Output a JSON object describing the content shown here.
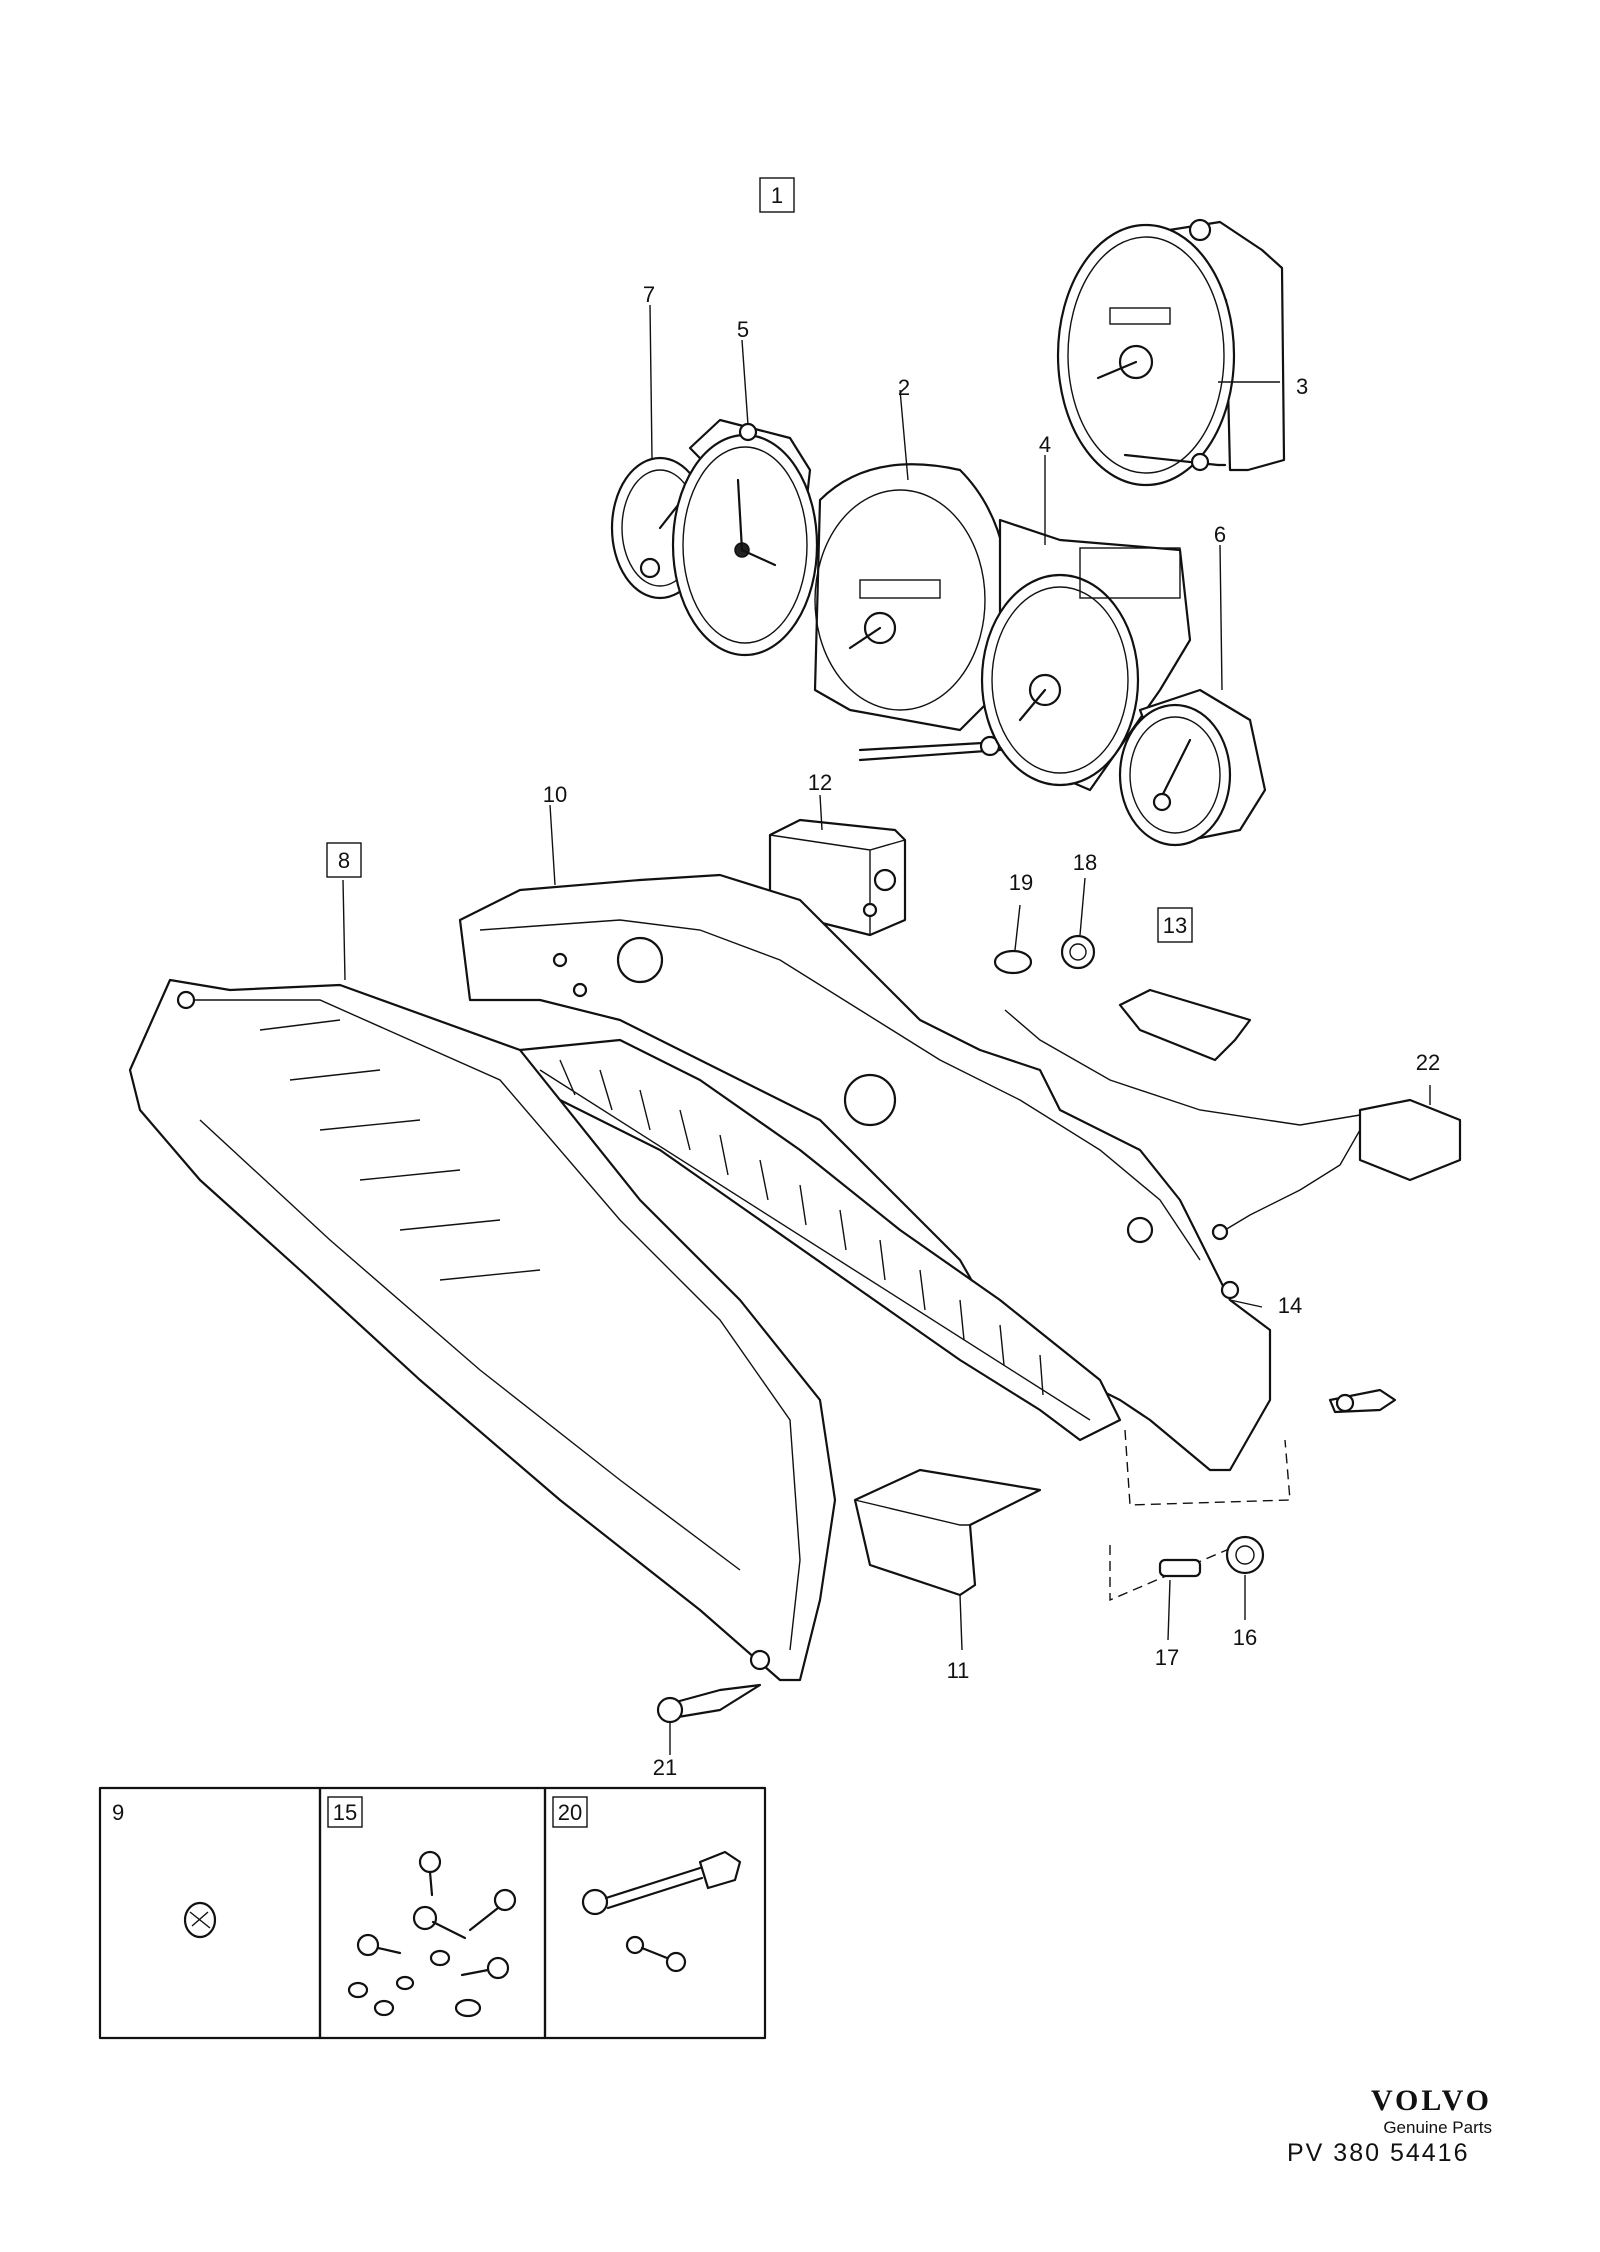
{
  "callouts": {
    "n1": "1",
    "n2": "2",
    "n3": "3",
    "n4": "4",
    "n5": "5",
    "n6": "6",
    "n7": "7",
    "n8": "8",
    "n9": "9",
    "n10": "10",
    "n11": "11",
    "n12": "12",
    "n13": "13",
    "n14": "14",
    "n15": "15",
    "n16": "16",
    "n17": "17",
    "n18": "18",
    "n19": "19",
    "n20": "20",
    "n21": "21",
    "n22": "22"
  },
  "brand": {
    "logo": "VOLVO",
    "subtitle": "Genuine Parts",
    "code": "PV 380  54416"
  }
}
